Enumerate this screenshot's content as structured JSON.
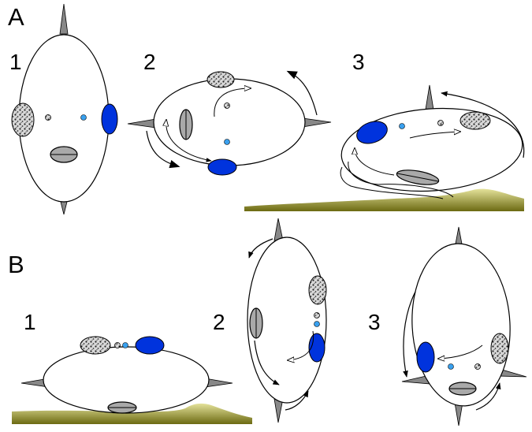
{
  "panels": [
    {
      "letter": "A",
      "steps": [
        "1",
        "2",
        "3"
      ]
    },
    {
      "letter": "B",
      "steps": [
        "1",
        "2",
        "3"
      ]
    }
  ],
  "colors": {
    "photoreceptor": "#0033dd",
    "eyespot": "#39a0ee",
    "mouth": "#a9a9a9",
    "spike": "#888888",
    "substrate_light": "#e4e29a",
    "substrate_dark": "#6c6a12",
    "outline": "#000000"
  },
  "icons": [
    "speckled-organ-icon",
    "blue-organ-icon",
    "mouth-icon",
    "spike-icon",
    "eyespot-icon",
    "rotation-arrow-icon"
  ]
}
